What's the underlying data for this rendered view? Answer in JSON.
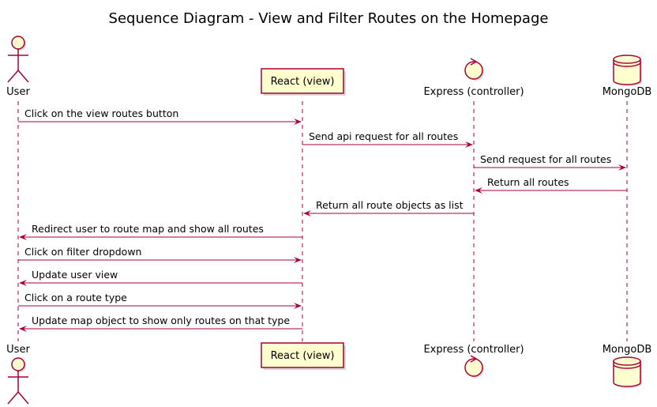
{
  "title": "Sequence Diagram - View and Filter Routes on the Homepage",
  "colors": {
    "line": "#A80036",
    "fill": "#FEFECE",
    "shadow": "#d9d9d9",
    "text": "#000000"
  },
  "participants": [
    {
      "id": "user",
      "label": "User",
      "kind": "actor"
    },
    {
      "id": "react",
      "label": "React (view)",
      "kind": "participant"
    },
    {
      "id": "express",
      "label": "Express (controller)",
      "kind": "control"
    },
    {
      "id": "mongodb",
      "label": "MongoDB",
      "kind": "database"
    }
  ],
  "messages": [
    {
      "from": "user",
      "to": "react",
      "label": "Click on the view routes button"
    },
    {
      "from": "react",
      "to": "express",
      "label": "Send api request for all routes"
    },
    {
      "from": "express",
      "to": "mongodb",
      "label": "Send request for all routes"
    },
    {
      "from": "mongodb",
      "to": "express",
      "label": "Return all routes"
    },
    {
      "from": "express",
      "to": "react",
      "label": "Return all route objects as list"
    },
    {
      "from": "react",
      "to": "user",
      "label": "Redirect user to route map and show all routes"
    },
    {
      "from": "user",
      "to": "react",
      "label": "Click on filter dropdown"
    },
    {
      "from": "react",
      "to": "user",
      "label": "Update user view"
    },
    {
      "from": "user",
      "to": "react",
      "label": "Click on a route type"
    },
    {
      "from": "react",
      "to": "user",
      "label": "Update map object to show only routes on that type"
    }
  ]
}
